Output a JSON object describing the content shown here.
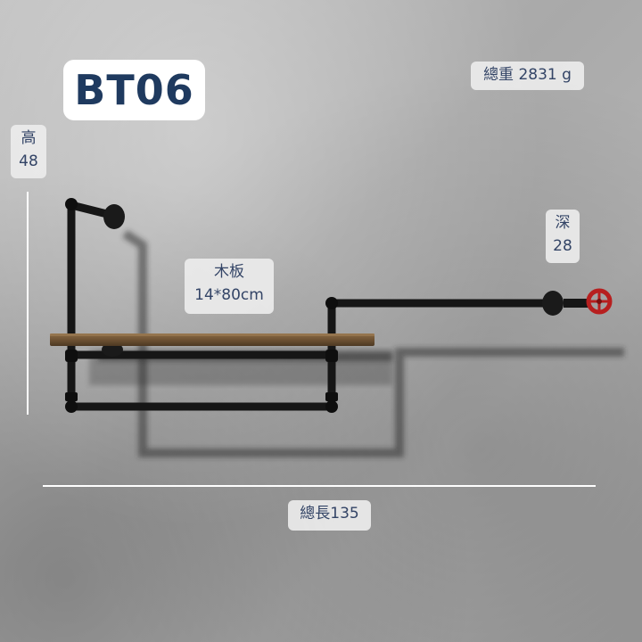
{
  "product": {
    "code": "BT06"
  },
  "labels": {
    "weight": "總重 2831 g",
    "height_label": "高",
    "height_value": "48",
    "depth_label": "深",
    "depth_value": "28",
    "board_label": "木板",
    "board_size": "14*80cm",
    "length": "總長135"
  }
}
